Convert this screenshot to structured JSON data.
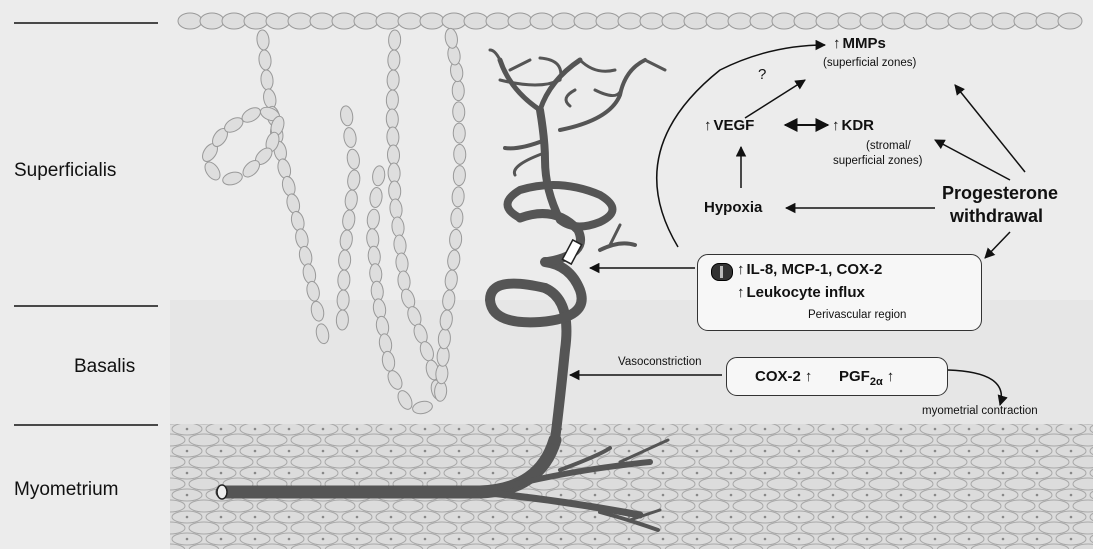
{
  "zones": {
    "superficialis": "Superficialis",
    "basalis": "Basalis",
    "myometrium": "Myometrium"
  },
  "factors": {
    "mmps": "MMPs",
    "mmps_note": "(superficial zones)",
    "question": "?",
    "vegf": "VEGF",
    "kdr": "KDR",
    "kdr_note_1": "(stromal/",
    "kdr_note_2": "superficial zones)",
    "hypoxia": "Hypoxia",
    "progesterone_1": "Progesterone",
    "progesterone_2": "withdrawal"
  },
  "perivascular_box": {
    "line1": "IL-8, MCP-1, COX-2",
    "line2": "Leukocyte influx",
    "caption": "Perivascular region"
  },
  "basalis_box": {
    "cox2": "COX-2",
    "pgf": "PGF",
    "pgf_sub": "2α"
  },
  "labels": {
    "vasoconstriction": "Vasoconstriction",
    "myometrial_contraction": "myometrial contraction"
  }
}
